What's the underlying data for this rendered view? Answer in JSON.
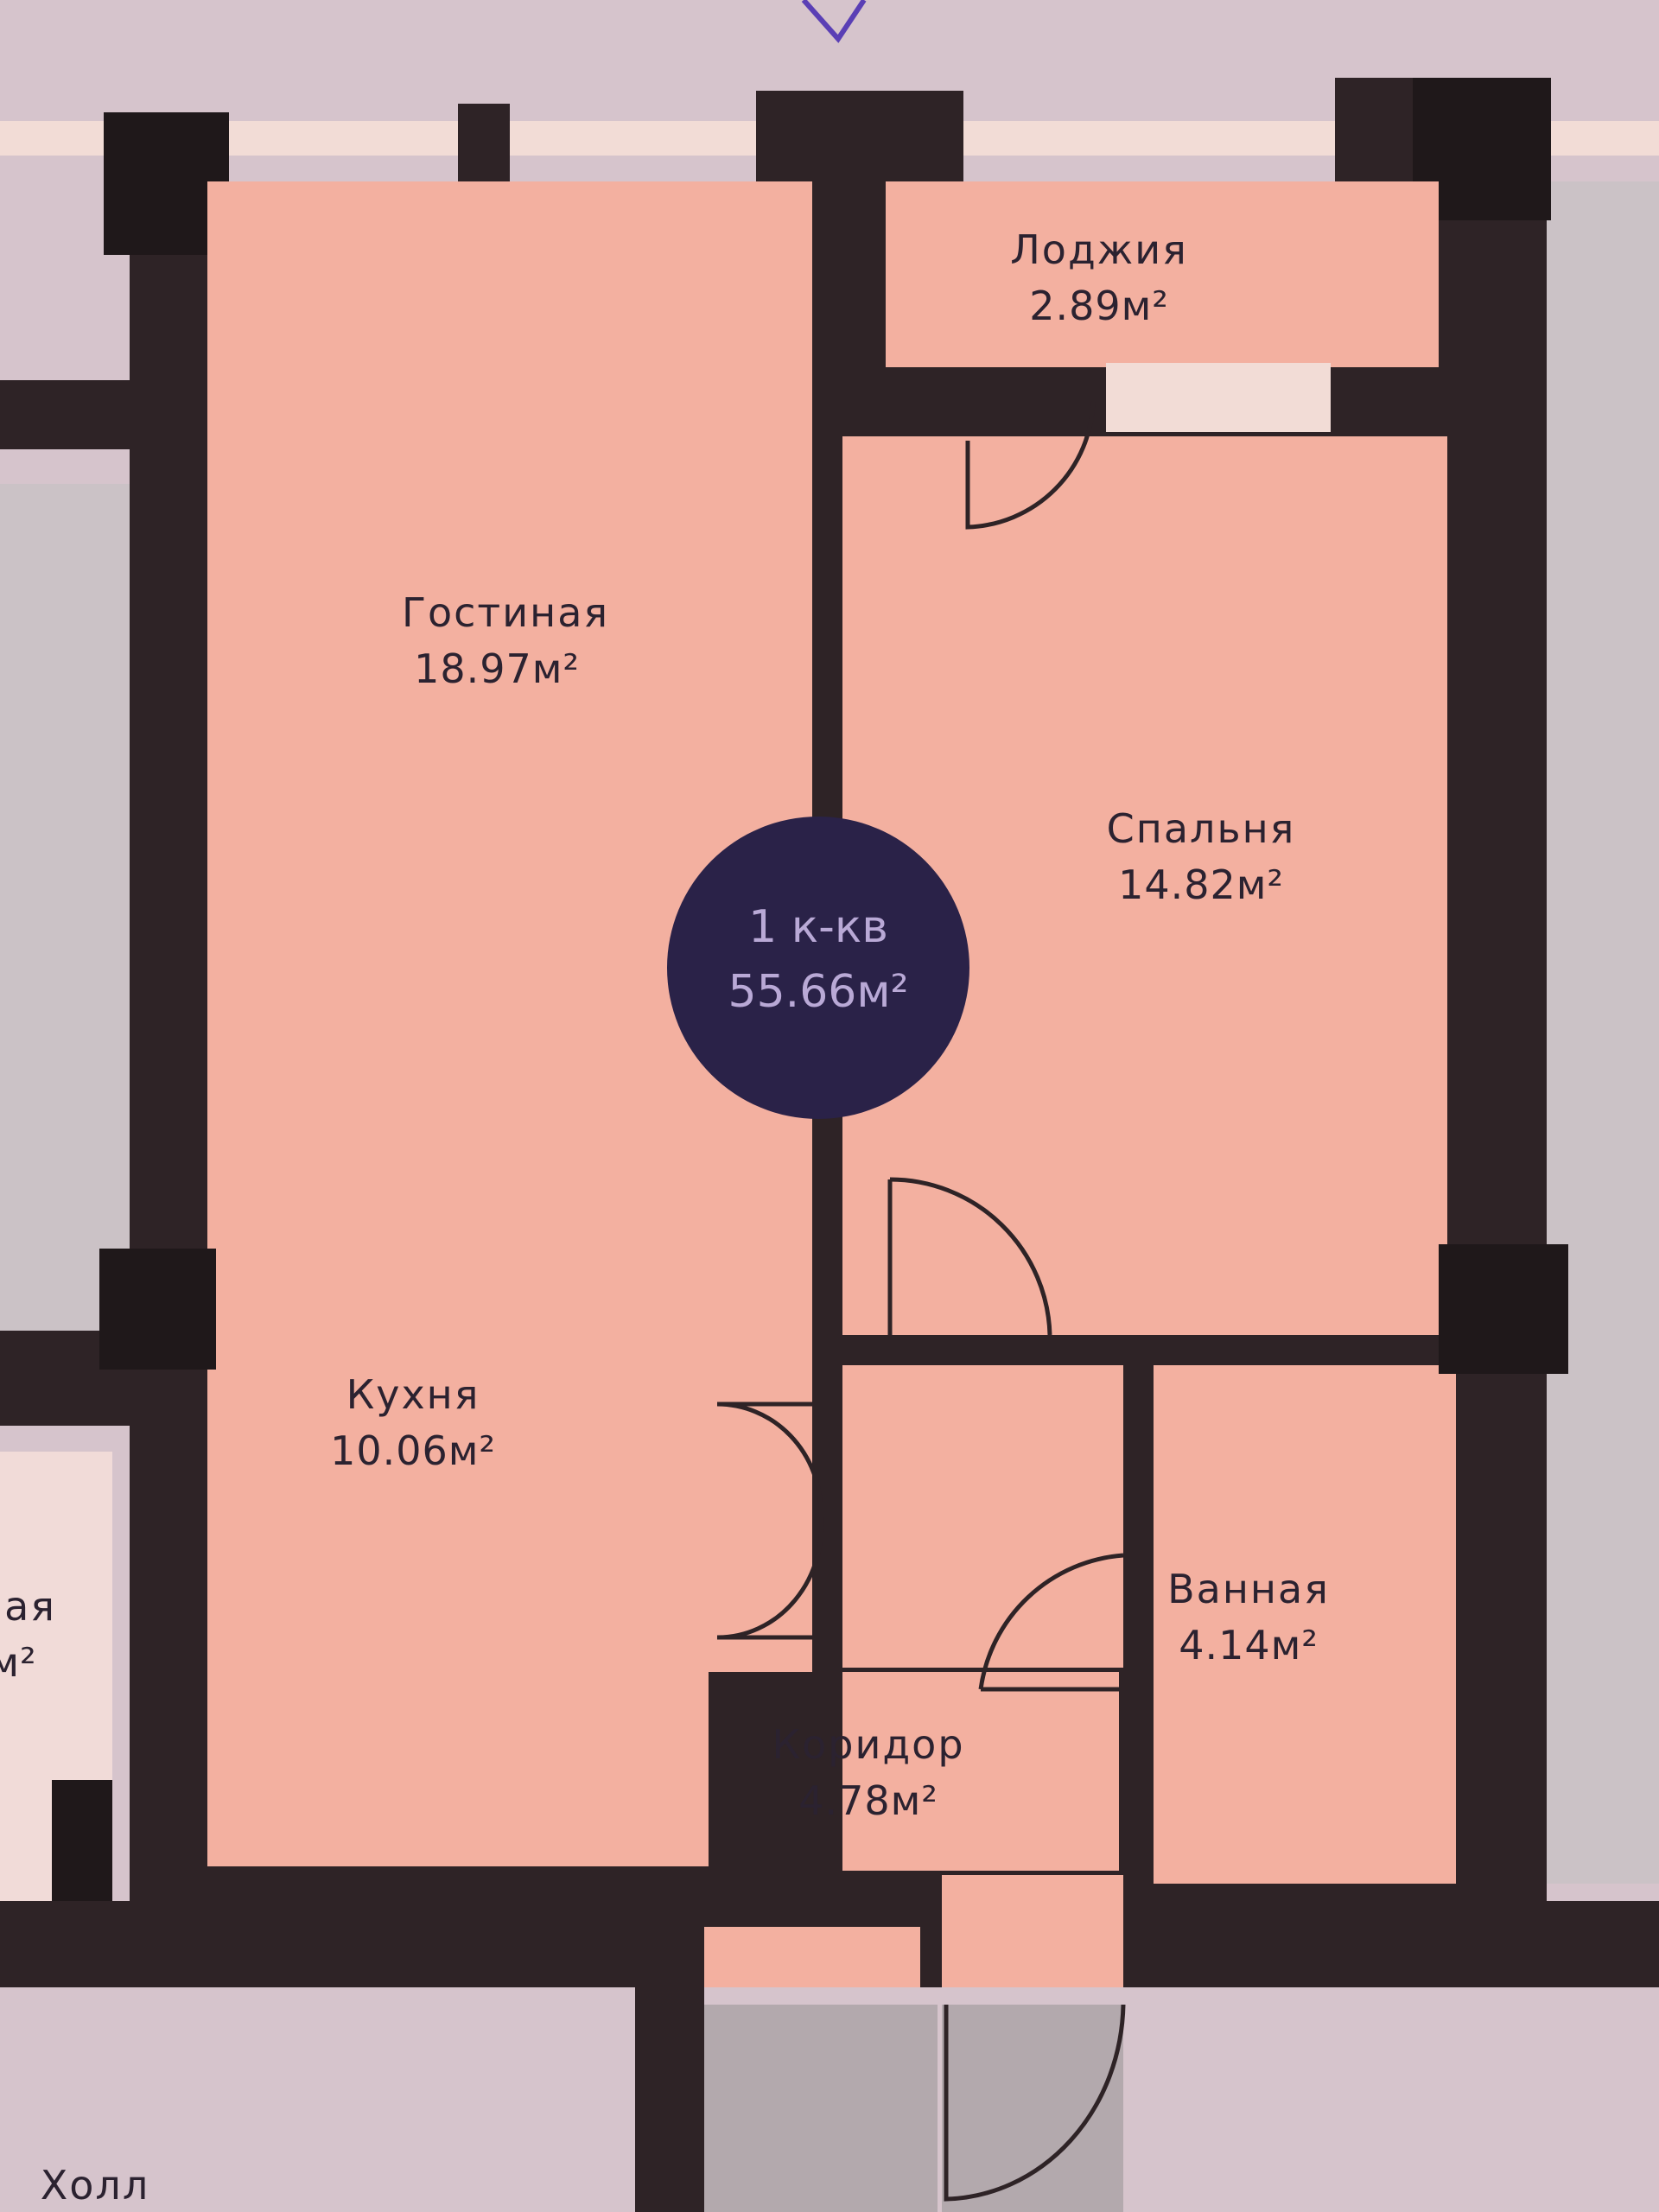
{
  "colors": {
    "room_fill": "#f3b0a0",
    "wall": "#2e2326",
    "outside": "#d6c4cc",
    "badge": "#2a2248",
    "badge_text": "#b9a9d6",
    "window": "#f2dcd6"
  },
  "rooms": {
    "loggia": {
      "name": "Лоджия",
      "area": "2.89м²"
    },
    "living": {
      "name": "Гостиная",
      "area": "18.97м²"
    },
    "bedroom": {
      "name": "Спальня",
      "area": "14.82м²"
    },
    "kitchen": {
      "name": "Кухня",
      "area": "10.06м²"
    },
    "bathroom": {
      "name": "Ванная",
      "area": "4.14м²"
    },
    "corridor": {
      "name": "Коридор",
      "area": "4.78м²"
    },
    "hall": {
      "name": "Холл"
    },
    "neighbor": {
      "name": "ая",
      "area": "м²"
    }
  },
  "apartment": {
    "type": "1 к-кв",
    "area": "55.66м²"
  }
}
